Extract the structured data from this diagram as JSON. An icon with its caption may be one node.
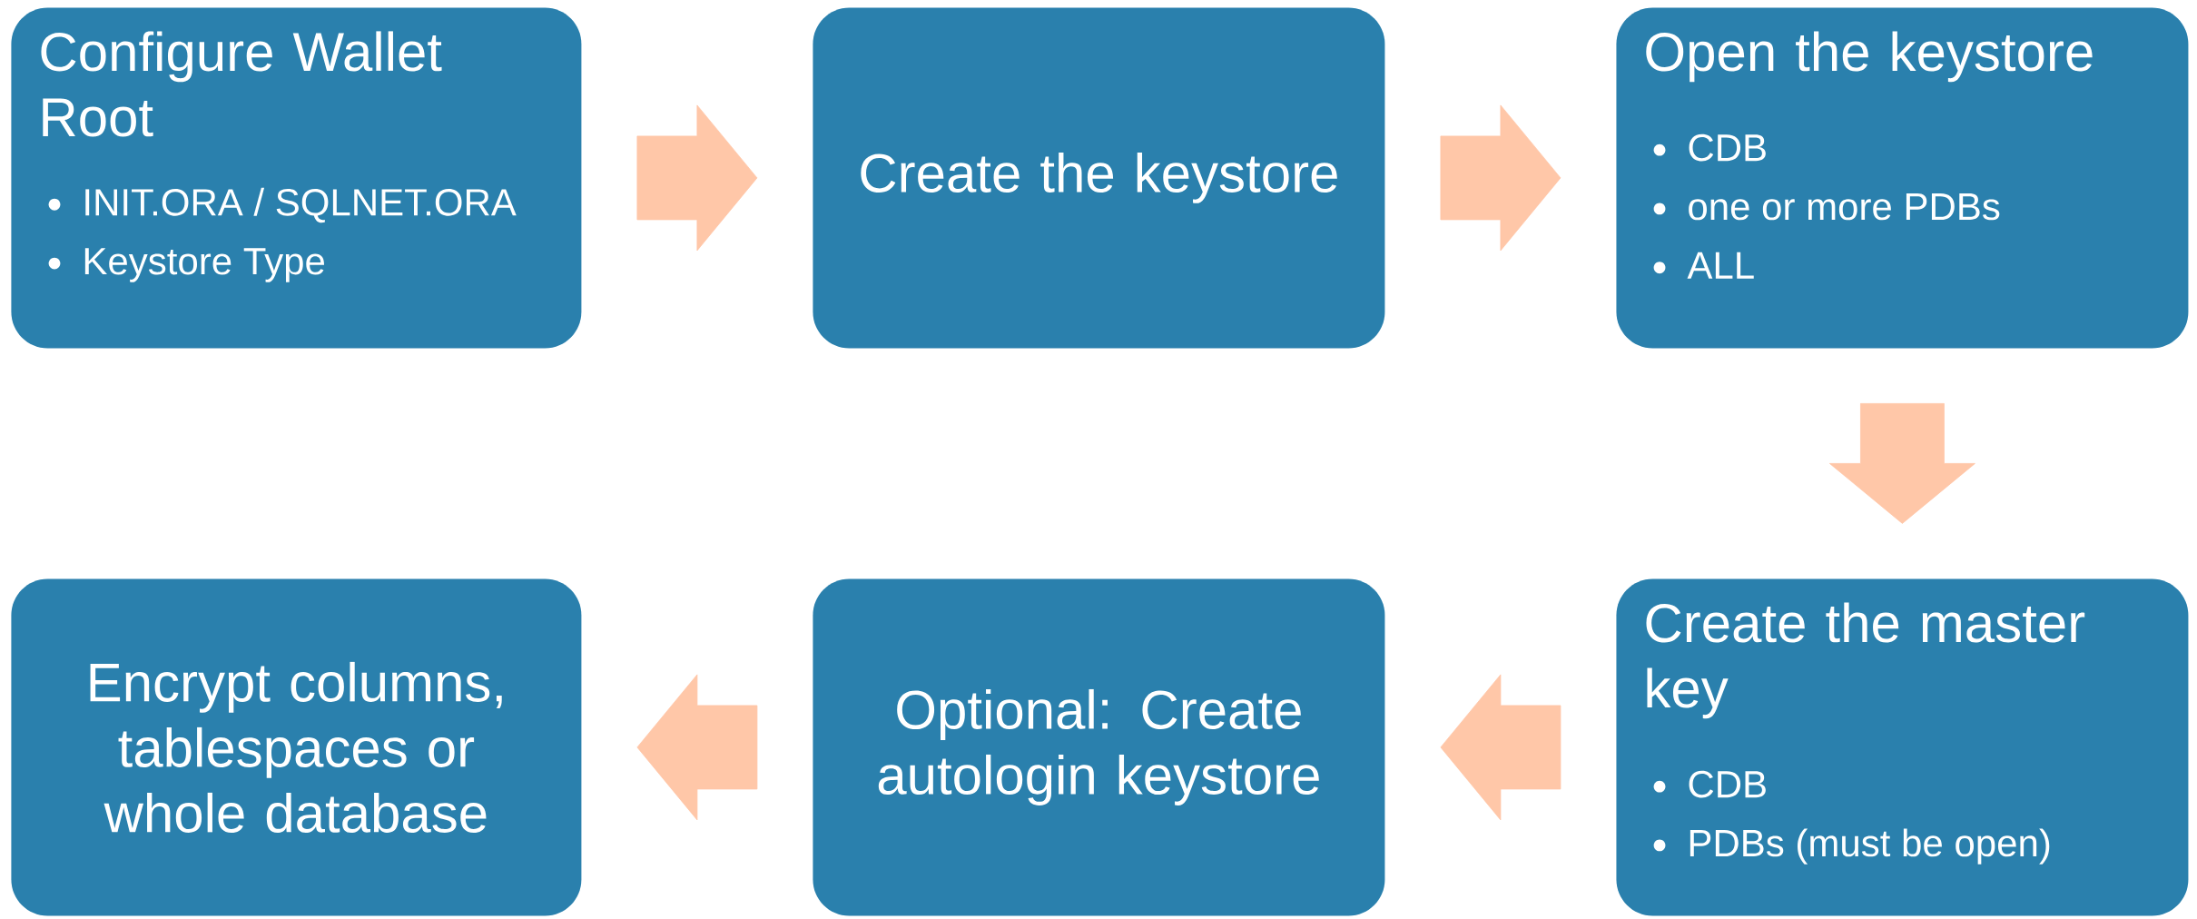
{
  "diagram": {
    "nodes": [
      {
        "text": [
          "Configure Wallet Root",
          "INIT.ORA / SQLNET.ORA",
          "Keystore Type"
        ]
      },
      {
        "text": [
          "Create the keystore"
        ]
      },
      {
        "text": [
          "Open the keystore",
          "CDB",
          "one or more PDBs",
          "ALL"
        ]
      },
      {
        "text": [
          "Encrypt columns, tablespaces or whole database"
        ]
      },
      {
        "text": [
          "Optional: Create autologin keystore"
        ]
      },
      {
        "text": [
          "Create the master key",
          "CDB",
          "PDBs (must be open)"
        ]
      }
    ],
    "edges": [
      {
        "from": 0,
        "to": 1,
        "arrow": "to"
      },
      {
        "from": 1,
        "to": 2,
        "arrow": "to"
      },
      {
        "from": 2,
        "to": 5,
        "arrow": "to"
      },
      {
        "from": 5,
        "to": 4,
        "arrow": "to"
      },
      {
        "from": 4,
        "to": 3,
        "arrow": "to"
      }
    ]
  }
}
